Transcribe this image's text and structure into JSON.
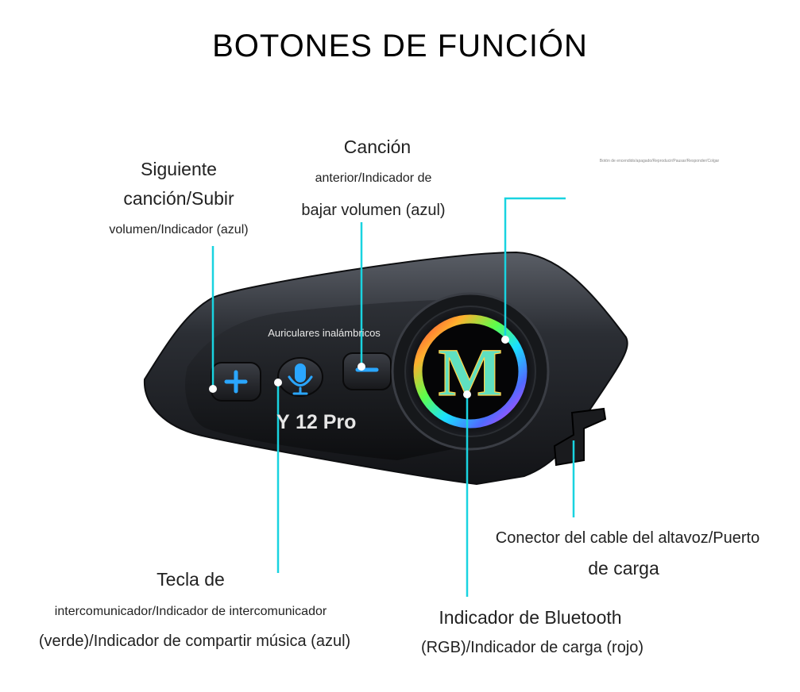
{
  "title": "BOTONES DE FUNCIÓN",
  "device": {
    "caption": "Auriculares inalámbricos",
    "model": "12 Pro",
    "logo_letter": "M"
  },
  "labels": {
    "next": [
      "Siguiente",
      "canción/Subir",
      "volumen/Indicador (azul)"
    ],
    "prev": [
      "Canción",
      "anterior/Indicador de",
      "bajar volumen (azul)"
    ],
    "power": "Botón de encendido/apagado/Reproducir/Pausar/Responder/Colgar",
    "intercom": [
      "Tecla de",
      "intercomunicador/Indicador de intercomunicador",
      "(verde)/Indicador de compartir música (azul)"
    ],
    "bluetooth": [
      "Indicador de Bluetooth",
      "(RGB)/Indicador de carga (rojo)"
    ],
    "connector": [
      "Conector del cable del altavoz/Puerto",
      "de carga"
    ]
  },
  "colors": {
    "leader": "#19d3e0",
    "button_blue": "#2aa6ff",
    "body": "#2a2d33"
  }
}
